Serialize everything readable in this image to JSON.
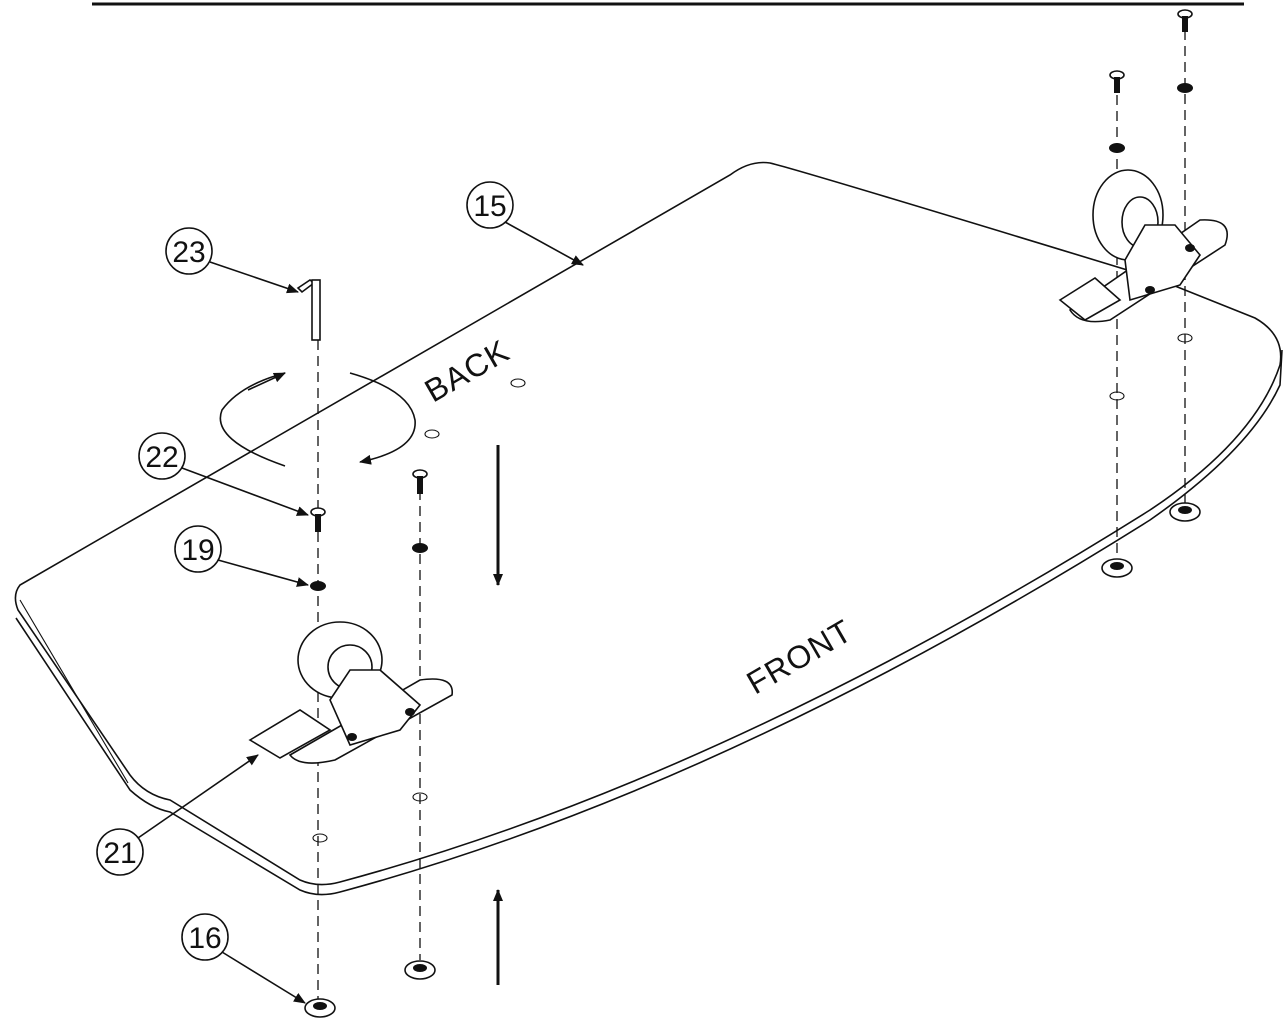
{
  "labels": {
    "back": "BACK",
    "front": "FRONT"
  },
  "callouts": [
    "15",
    "23",
    "22",
    "19",
    "21",
    "16"
  ]
}
